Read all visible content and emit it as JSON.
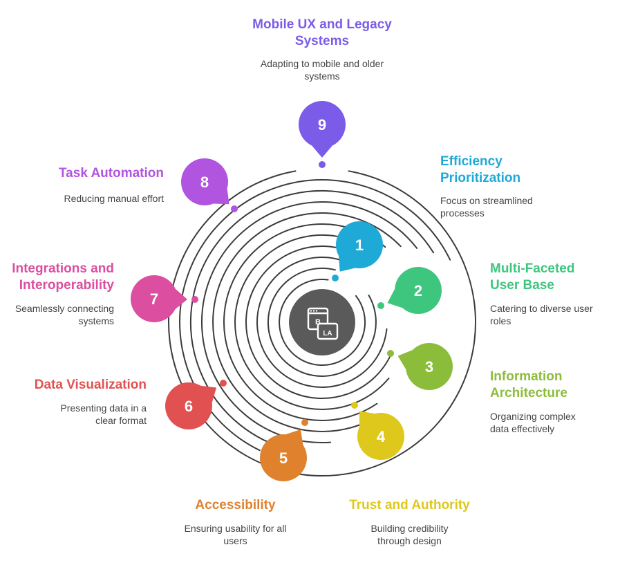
{
  "steps": [
    {
      "number": "1",
      "title": "Efficiency Prioritization",
      "title_lines": [
        "Efficiency",
        "Prioritization"
      ],
      "description": "Focus on streamlined processes",
      "desc_lines": [
        "Focus on streamlined",
        "processes"
      ],
      "color": "#1ea9d6"
    },
    {
      "number": "2",
      "title": "Multi-Faceted User Base",
      "title_lines": [
        "Multi-Faceted",
        "User Base"
      ],
      "description": "Catering to diverse user roles",
      "desc_lines": [
        "Catering to diverse user",
        "roles"
      ],
      "color": "#3ec67e"
    },
    {
      "number": "3",
      "title": "Information Architecture",
      "title_lines": [
        "Information",
        "Architecture"
      ],
      "description": "Organizing complex data effectively",
      "desc_lines": [
        "Organizing complex",
        "data effectively"
      ],
      "color": "#8cbd3a"
    },
    {
      "number": "4",
      "title": "Trust and Authority",
      "title_lines": [
        "Trust and Authority"
      ],
      "description": "Building credibility through design",
      "desc_lines": [
        "Building credibility",
        "through design"
      ],
      "color": "#dfc81c"
    },
    {
      "number": "5",
      "title": "Accessibility",
      "title_lines": [
        "Accessibility"
      ],
      "description": "Ensuring usability for all users",
      "desc_lines": [
        "Ensuring usability for all",
        "users"
      ],
      "color": "#e0822d"
    },
    {
      "number": "6",
      "title": "Data Visualization",
      "title_lines": [
        "Data Visualization"
      ],
      "description": "Presenting data in a clear format",
      "desc_lines": [
        "Presenting data in a",
        "clear format"
      ],
      "color": "#e25151"
    },
    {
      "number": "7",
      "title": "Integrations and Interoperability",
      "title_lines": [
        "Integrations and",
        "Interoperability"
      ],
      "description": "Seamlessly connecting systems",
      "desc_lines": [
        "Seamlessly connecting",
        "systems"
      ],
      "color": "#dc4e9f"
    },
    {
      "number": "8",
      "title": "Task Automation",
      "title_lines": [
        "Task Automation"
      ],
      "description": "Reducing manual effort",
      "desc_lines": [
        "Reducing manual effort"
      ],
      "color": "#b154e0"
    },
    {
      "number": "9",
      "title": "Mobile UX and Legacy Systems",
      "title_lines": [
        "Mobile UX and Legacy",
        "Systems"
      ],
      "description": "Adapting to mobile and older systems",
      "desc_lines": [
        "Adapting to mobile and older",
        "systems"
      ],
      "color": "#7b5ce8"
    }
  ],
  "center": {
    "icon": "browser-code-icon",
    "color": "#5a5a5a",
    "letters": [
      "B",
      "LA"
    ]
  }
}
